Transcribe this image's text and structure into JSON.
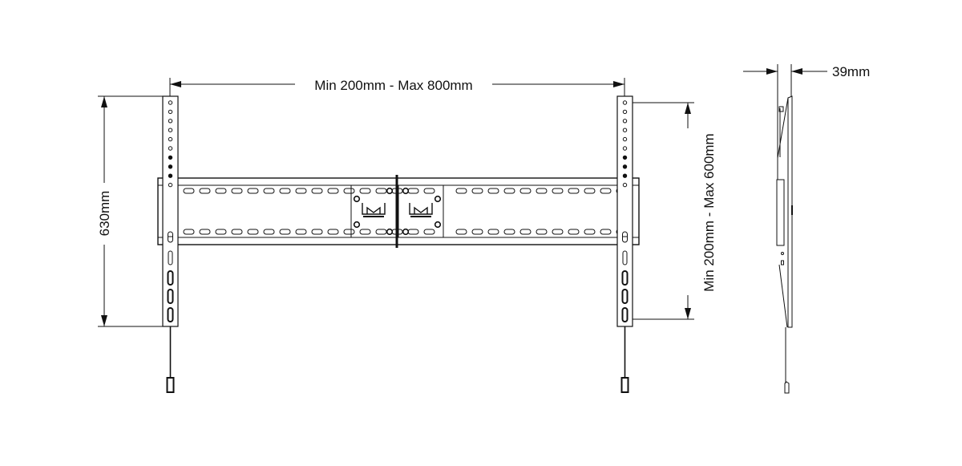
{
  "dimensions": {
    "width_range": "Min 200mm - Max 800mm",
    "height": "630mm",
    "vesa_vertical_range": "Min 200mm - Max 600mm",
    "depth": "39mm"
  },
  "logo_text": "",
  "colors": {
    "line": "#111111",
    "background": "#ffffff"
  }
}
